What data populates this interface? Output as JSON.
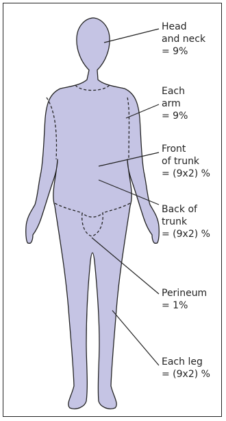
{
  "colors": {
    "body_fill": "#c5c4e4",
    "outline": "#222222",
    "border": "#222222"
  },
  "labels": {
    "head": "Head\nand neck\n= 9%",
    "arm": "Each\narm\n= 9%",
    "front_trunk": "Front\nof trunk\n= (9x2) %",
    "back_trunk": "Back of\ntrunk\n= (9x2) %",
    "perineum": "Perineum\n= 1%",
    "leg": "Each leg\n= (9x2) %"
  }
}
